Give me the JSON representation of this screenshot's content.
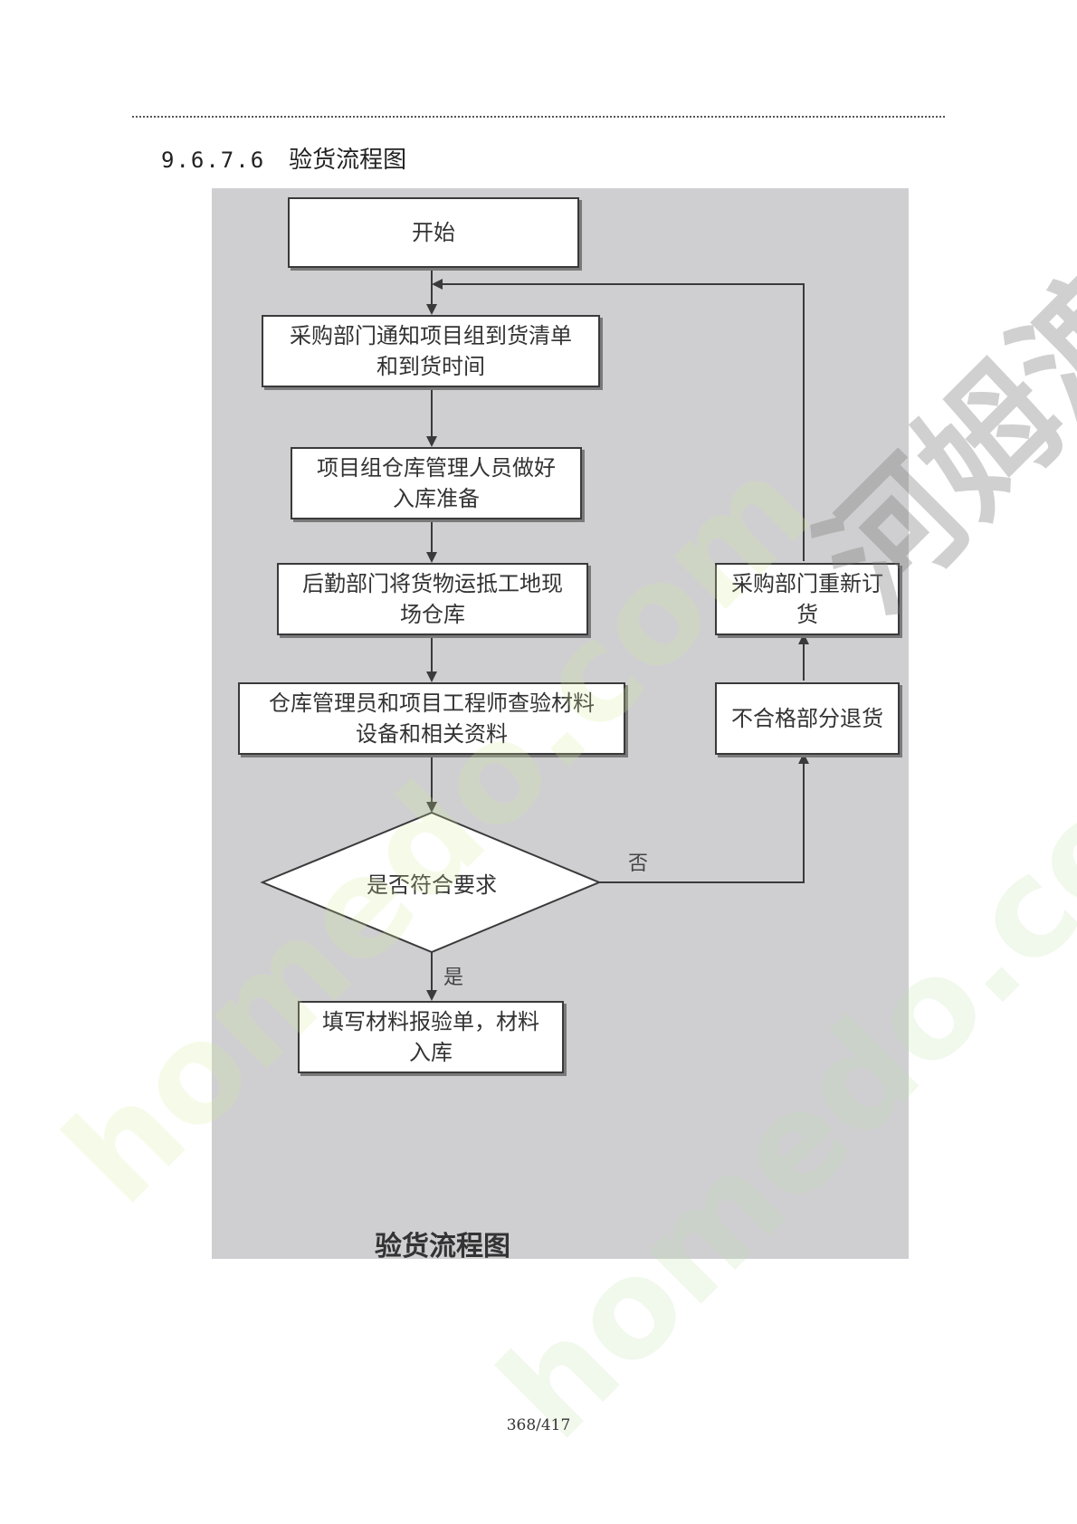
{
  "section": {
    "number": "9.6.7.6",
    "title": "验货流程图"
  },
  "flowchart": {
    "start": "开始",
    "step1": [
      "采购部门通知项目组到货清单",
      "和到货时间"
    ],
    "step2": [
      "项目组仓库管理人员做好",
      "入库准备"
    ],
    "step3": [
      "后勤部门将货物运抵工地现",
      "场仓库"
    ],
    "step4": [
      "仓库管理员和项目工程师查验材料",
      "设备和相关资料"
    ],
    "decision": "是否符合要求",
    "yes_label": "是",
    "no_label": "否",
    "final": [
      "填写材料报验单，材料",
      "入库"
    ],
    "return_goods": "不合格部分退货",
    "reorder": [
      "采购部门重新订",
      "货"
    ],
    "caption": "验货流程图"
  },
  "footer": {
    "page": "368/417"
  },
  "watermarks": {
    "text1": "homedo.com",
    "text2": "河姆渡",
    "text3": "homedo.com"
  },
  "colors": {
    "panel": "#cfcfd2",
    "box_border": "#3a3a3a",
    "line": "#3a3a3a"
  }
}
